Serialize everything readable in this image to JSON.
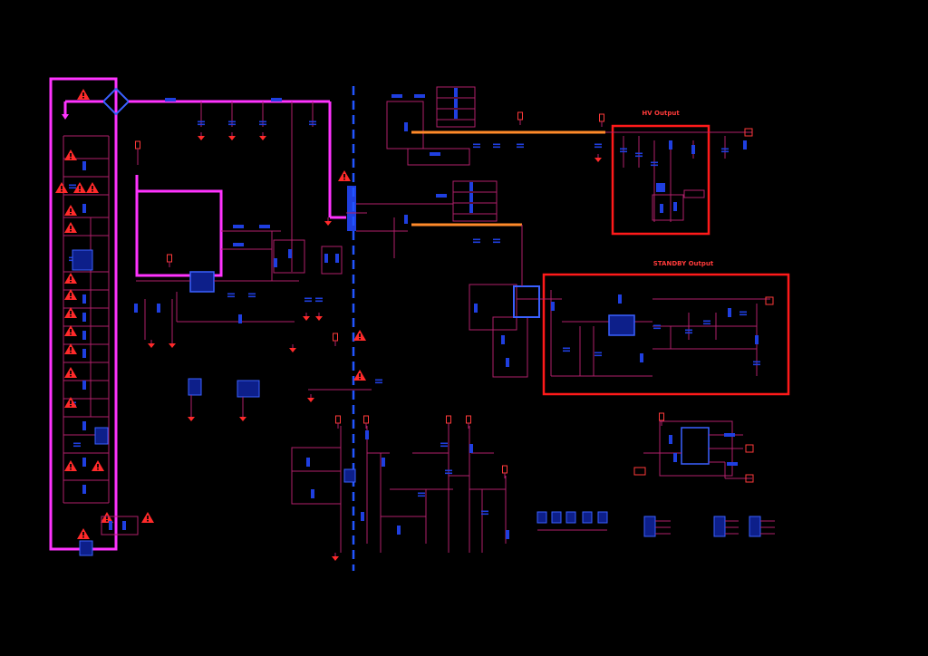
{
  "diagram": {
    "type": "electrical-schematic",
    "colors": {
      "background": "#000000",
      "wire": "#b0206a",
      "wire_alt": "#8a1a55",
      "power_trace": "#ff33ff",
      "hv_trace": "#ff8a2a",
      "component": "#1f3fe0",
      "component_dark": "#0d1f8a",
      "warning": "#ff2a2a",
      "box": "#ff1a1a",
      "isolation": "#2255ff",
      "text": "#e6e6e6"
    },
    "icons": [
      "warning-triangle-icon",
      "ground-icon",
      "power-terminal-icon"
    ],
    "blocks": [
      {
        "id": "block-hv-output",
        "title": "HV Output"
      },
      {
        "id": "block-standby-output",
        "title": "STANDBY Output"
      }
    ]
  }
}
